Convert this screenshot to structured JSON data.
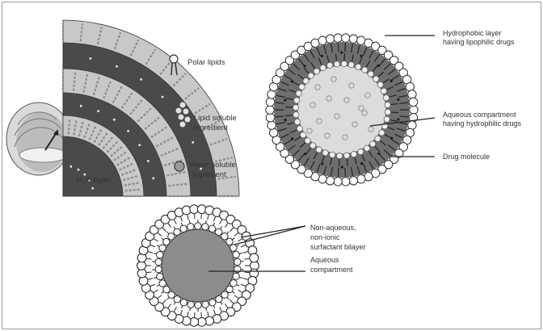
{
  "colors": {
    "background": "#ffffff",
    "dark_band": "#4a4a4a",
    "light_band": "#c8c8c8",
    "core_light": "#dcdcdc",
    "lipid_head": "#ffffff",
    "outline": "#2b2b2b",
    "label_text": "#333333"
  },
  "panel_left": {
    "label_h2o_prefix": "H",
    "label_h2o_sub": "2",
    "label_h2o_suffix": "O layer",
    "legend": [
      {
        "icon": "polar-lipid-icon",
        "lines": [
          "Polar lipids"
        ]
      },
      {
        "icon": "lipid-soluble-icon",
        "lines": [
          "Lipid soluble",
          "ingredient"
        ]
      },
      {
        "icon": "water-soluble-icon",
        "lines": [
          "Water soluble",
          "ingredient"
        ]
      }
    ]
  },
  "panel_right": {
    "callouts": [
      {
        "lines": [
          "Hydrophobic layer",
          "having lipophilic drugs"
        ]
      },
      {
        "lines": [
          "Aqueous compartment",
          "having hydrophilic drugs"
        ]
      },
      {
        "lines": [
          "Drug molecule"
        ]
      }
    ]
  },
  "panel_bottom": {
    "callouts": [
      {
        "lines": [
          "Non-aqueous,",
          "non-ionic",
          "surfactant bilayer"
        ]
      },
      {
        "lines": [
          "Aqueous",
          "compartment"
        ]
      }
    ]
  }
}
